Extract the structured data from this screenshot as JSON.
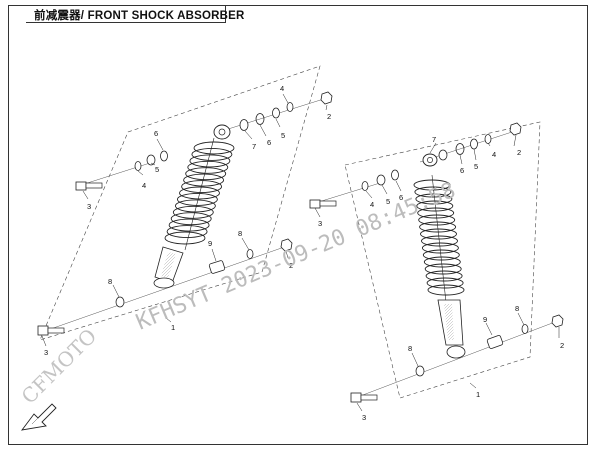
{
  "diagram": {
    "title": "前减震器/ FRONT SHOCK ABSORBER",
    "watermark": {
      "brand": "CFMOTO",
      "stamp": "KFHSYT 2023-09-20 08:45:58"
    },
    "callouts": [
      "1",
      "2",
      "3",
      "4",
      "5",
      "6",
      "7",
      "8",
      "9"
    ]
  }
}
